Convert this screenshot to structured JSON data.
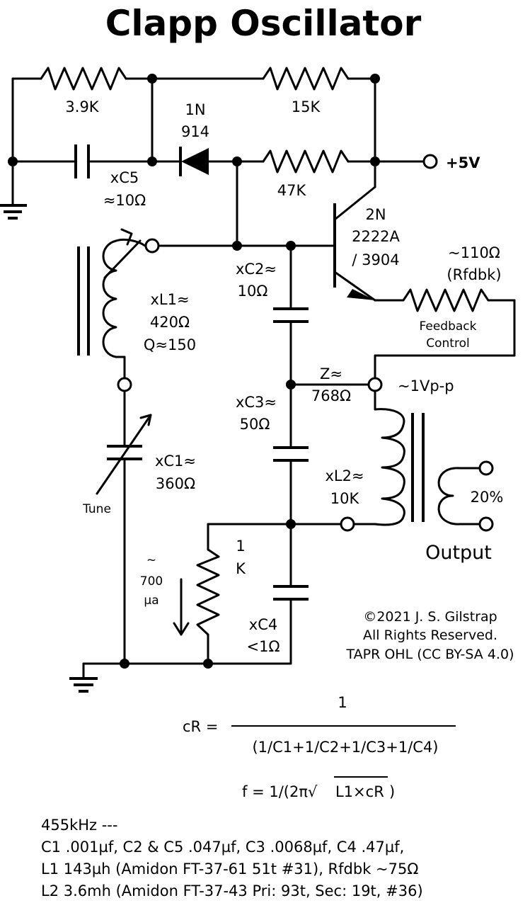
{
  "title": "Clapp Oscillator",
  "labels": {
    "r1": "3.9K",
    "r2": "15K",
    "diode_line1": "1N",
    "diode_line2": "914",
    "r3": "47K",
    "vcc": "+5V",
    "xc5_line1": "xC5",
    "xc5_line2": "≈10Ω",
    "transistor_line1": "2N",
    "transistor_line2": "2222A",
    "transistor_line3": "/ 3904",
    "rfdbk_line1": "~110Ω",
    "rfdbk_line2": "(Rfdbk)",
    "feedback_line1": "Feedback",
    "feedback_line2": "Control",
    "xc2_line1": "xC2≈",
    "xc2_line2": "10Ω",
    "xl1_line1": "xL1≈",
    "xl1_line2": "420Ω",
    "xl1_line3": "Q≈150",
    "z_line1": "Z≈",
    "z_line2": "768Ω",
    "vpp": "~1Vp-p",
    "xc3_line1": "xC3≈",
    "xc3_line2": "50Ω",
    "xc1_line1": "xC1≈",
    "xc1_line2": "360Ω",
    "tune": "Tune",
    "xl2_line1": "xL2≈",
    "xl2_line2": "10K",
    "percent": "20%",
    "output": "Output",
    "r4_line1": "1",
    "r4_line2": "K",
    "current_line1": "~",
    "current_line2": "700",
    "current_line3": "µa",
    "xc4_line1": "xC4",
    "xc4_line2": "<1Ω",
    "copyright_line1": "©2021 J. S. Gilstrap",
    "copyright_line2": "All Rights Reserved.",
    "copyright_line3": "TAPR OHL (CC BY-SA 4.0)"
  },
  "formulas": {
    "cr_lhs": "cR =",
    "cr_num": "1",
    "cr_den": "(1/C1+1/C2+1/C3+1/C4)",
    "f_prefix": "f = 1/(2π√",
    "f_radicand": "L1×cR",
    "f_suffix": ")"
  },
  "notes": [
    "455kHz ---",
    "C1  .001µf, C2 & C5  .047µf, C3  .0068µf, C4  .47µf,",
    "L1  143µh  (Amidon FT-37-61 51t #31), Rfdbk ~75Ω",
    "L2  3.6mh  (Amidon FT-37-43 Pri: 93t, Sec: 19t, #36)"
  ]
}
